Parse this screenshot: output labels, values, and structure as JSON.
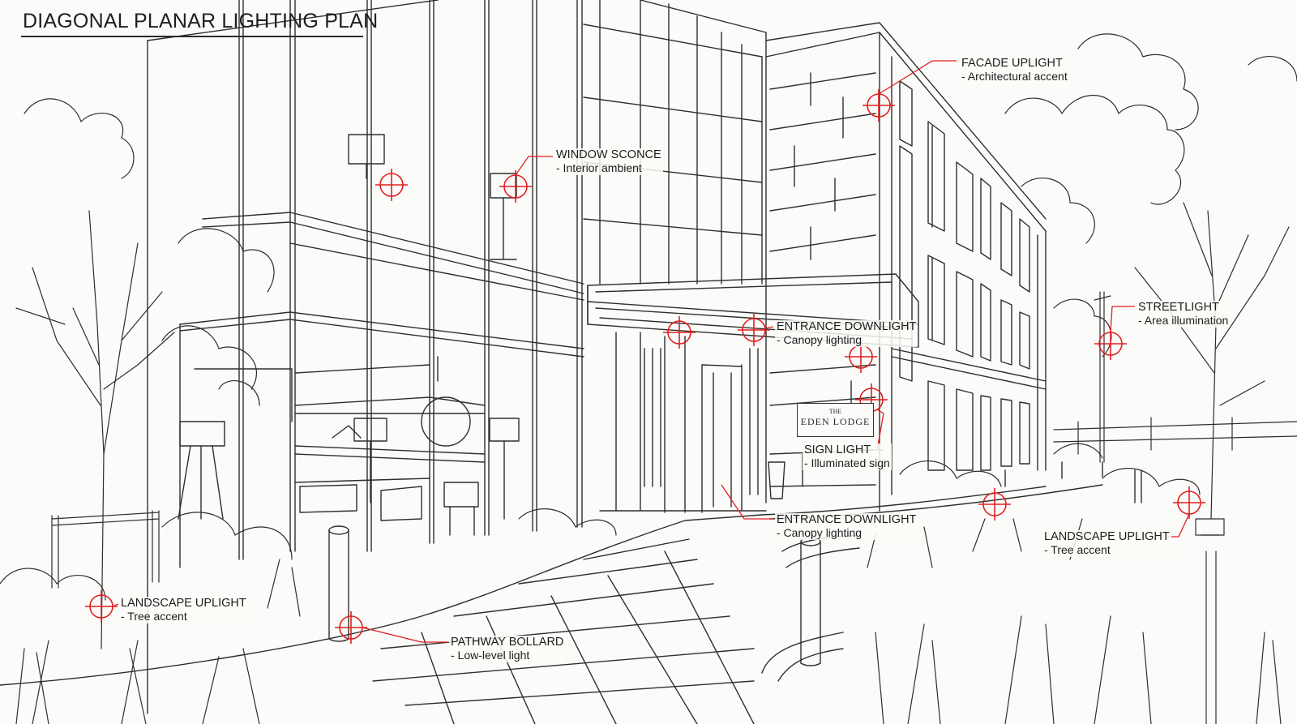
{
  "title": "DIAGONAL PLANAR LIGHTING PLAN",
  "sign": {
    "line1": "THE",
    "line2": "EDEN LODGE"
  },
  "colors": {
    "marker": "#e02020",
    "ink": "#2a2a2a",
    "paper": "#fbfbf9"
  },
  "labels": [
    {
      "id": "facade-uplight",
      "name": "FACADE UPLIGHT",
      "desc": "- Architectural accent"
    },
    {
      "id": "window-sconce",
      "name": "WINDOW SCONCE",
      "desc": "- Interior ambient"
    },
    {
      "id": "entrance-downlight-canopy",
      "name": "ENTRANCE DOWNLIGHT",
      "desc": "- Canopy lighting"
    },
    {
      "id": "streetlight",
      "name": "STREETLIGHT",
      "desc": "- Area illumination"
    },
    {
      "id": "sign-light",
      "name": "SIGN LIGHT",
      "desc": "- Illuminated sign"
    },
    {
      "id": "entrance-downlight-door",
      "name": "ENTRANCE DOWNLIGHT",
      "desc": "- Canopy lighting"
    },
    {
      "id": "landscape-uplight-right",
      "name": "LANDSCAPE UPLIGHT",
      "desc": "- Tree accent"
    },
    {
      "id": "landscape-uplight-left",
      "name": "LANDSCAPE UPLIGHT",
      "desc": "- Tree accent"
    },
    {
      "id": "pathway-bollard",
      "name": "PATHWAY BOLLARD",
      "desc": "- Low-level light"
    }
  ]
}
